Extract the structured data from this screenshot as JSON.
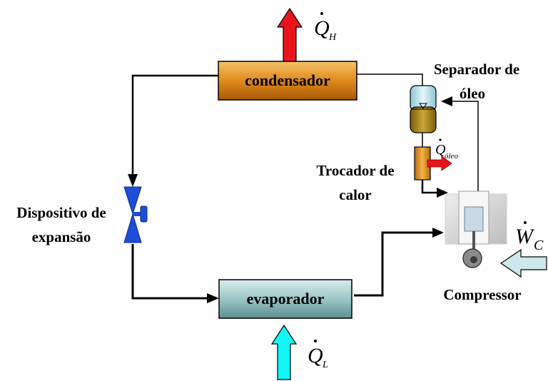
{
  "components": {
    "condenser": "condensador",
    "evaporator": "evaporador",
    "expansion_device": [
      "Dispositivo de",
      "expansão"
    ],
    "oil_separator": [
      "Separador de",
      "óleo"
    ],
    "heat_exchanger": [
      "Trocador de",
      "calor"
    ],
    "compressor": "Compressor"
  },
  "symbols": {
    "q_high": {
      "base": "Q",
      "sub": "H"
    },
    "q_low": {
      "base": "Q",
      "sub": "L"
    },
    "q_oil": {
      "base": "Q",
      "sub": "óleo"
    },
    "w_comp": {
      "base": "W",
      "sub": "C"
    }
  },
  "colors": {
    "condenser_fill": "#e08a1c",
    "evaporator_fill": "#9cc6c6",
    "heat_out_arrow": "#e8161b",
    "heat_in_arrow": "#13f4f4",
    "work_arrow": "#cde7ec",
    "valve": "#1e4ed8",
    "separator_top": "#bfe5ee",
    "separator_bottom": "#a98612",
    "heat_exchanger_fill": "#e08a1c",
    "pipe": "#000000"
  }
}
